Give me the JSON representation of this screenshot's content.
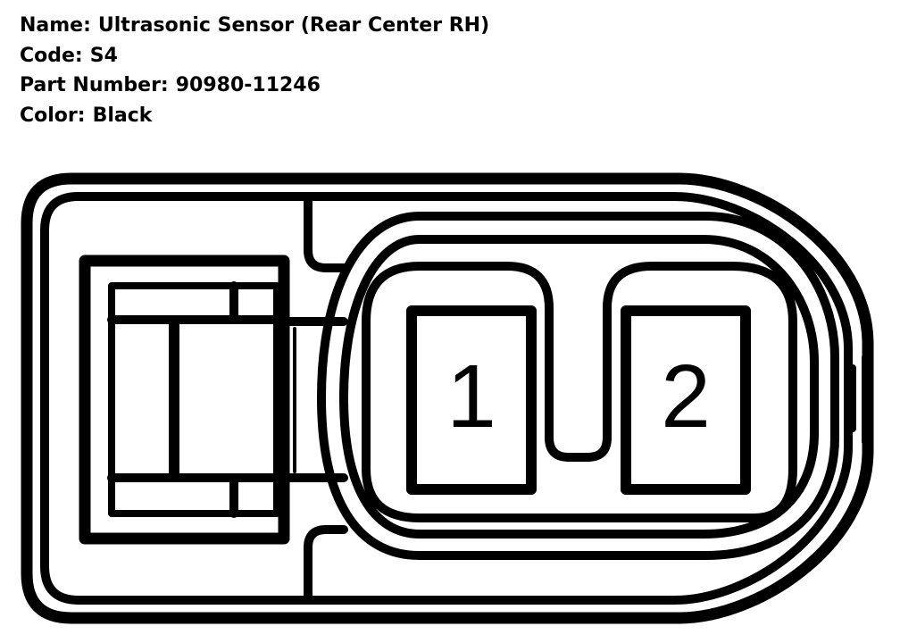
{
  "connector": {
    "name_label": "Name:",
    "name": "Ultrasonic Sensor (Rear Center RH)",
    "code_label": "Code:",
    "code": "S4",
    "part_number_label": "Part Number:",
    "part_number": "90980-11246",
    "color_label": "Color:",
    "color": "Black"
  },
  "pins": [
    {
      "label": "1"
    },
    {
      "label": "2"
    }
  ],
  "colors": {
    "line": "#000000",
    "background": "#ffffff"
  }
}
